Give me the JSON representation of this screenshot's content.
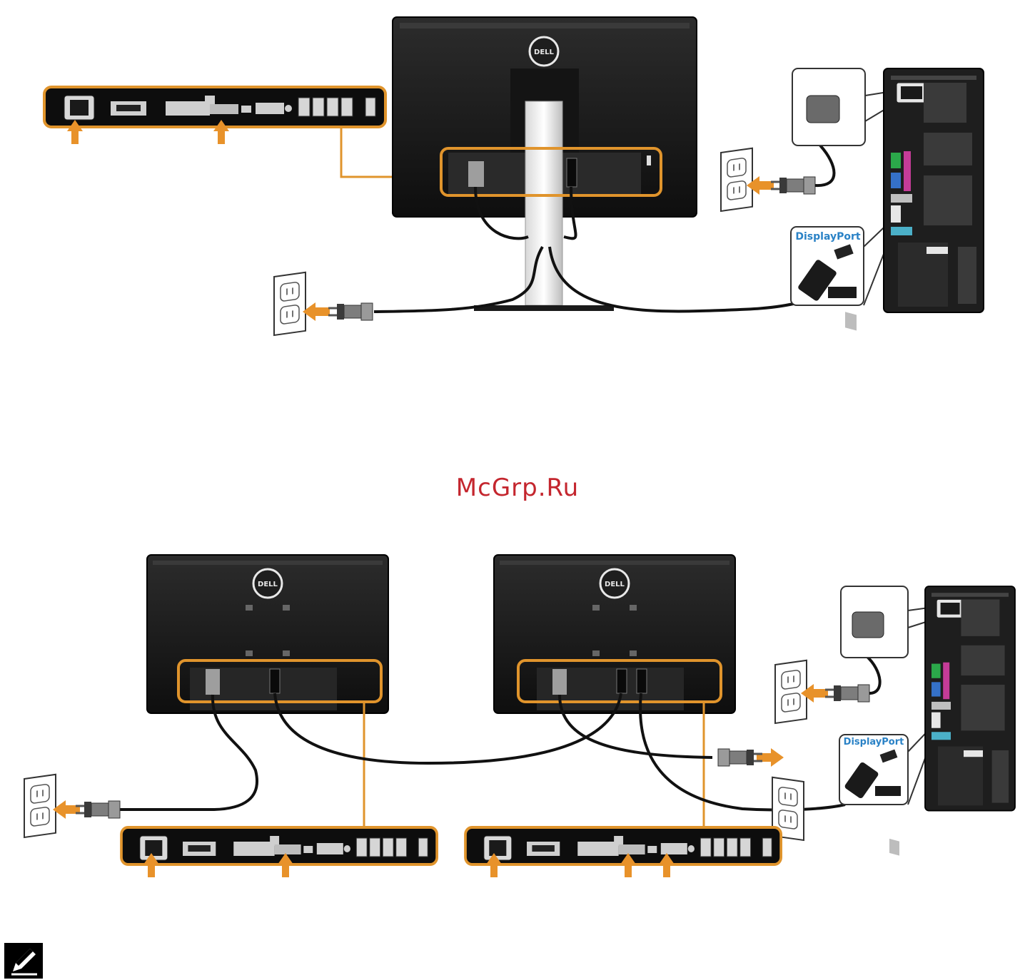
{
  "brand_logo": "DELL",
  "labels": {
    "displayport": "DisplayPort"
  },
  "watermark": "McGrp.Ru",
  "colors": {
    "highlight": "#e0942c",
    "arrow": "#e8922a",
    "monitor_body": "#1b1b1b",
    "cable": "#111111",
    "watermark": "#c4262e",
    "displayport_text": "#2a82c6"
  },
  "icons": {
    "note": "pencil-note-icon",
    "arrow": "orange-arrow-icon"
  }
}
